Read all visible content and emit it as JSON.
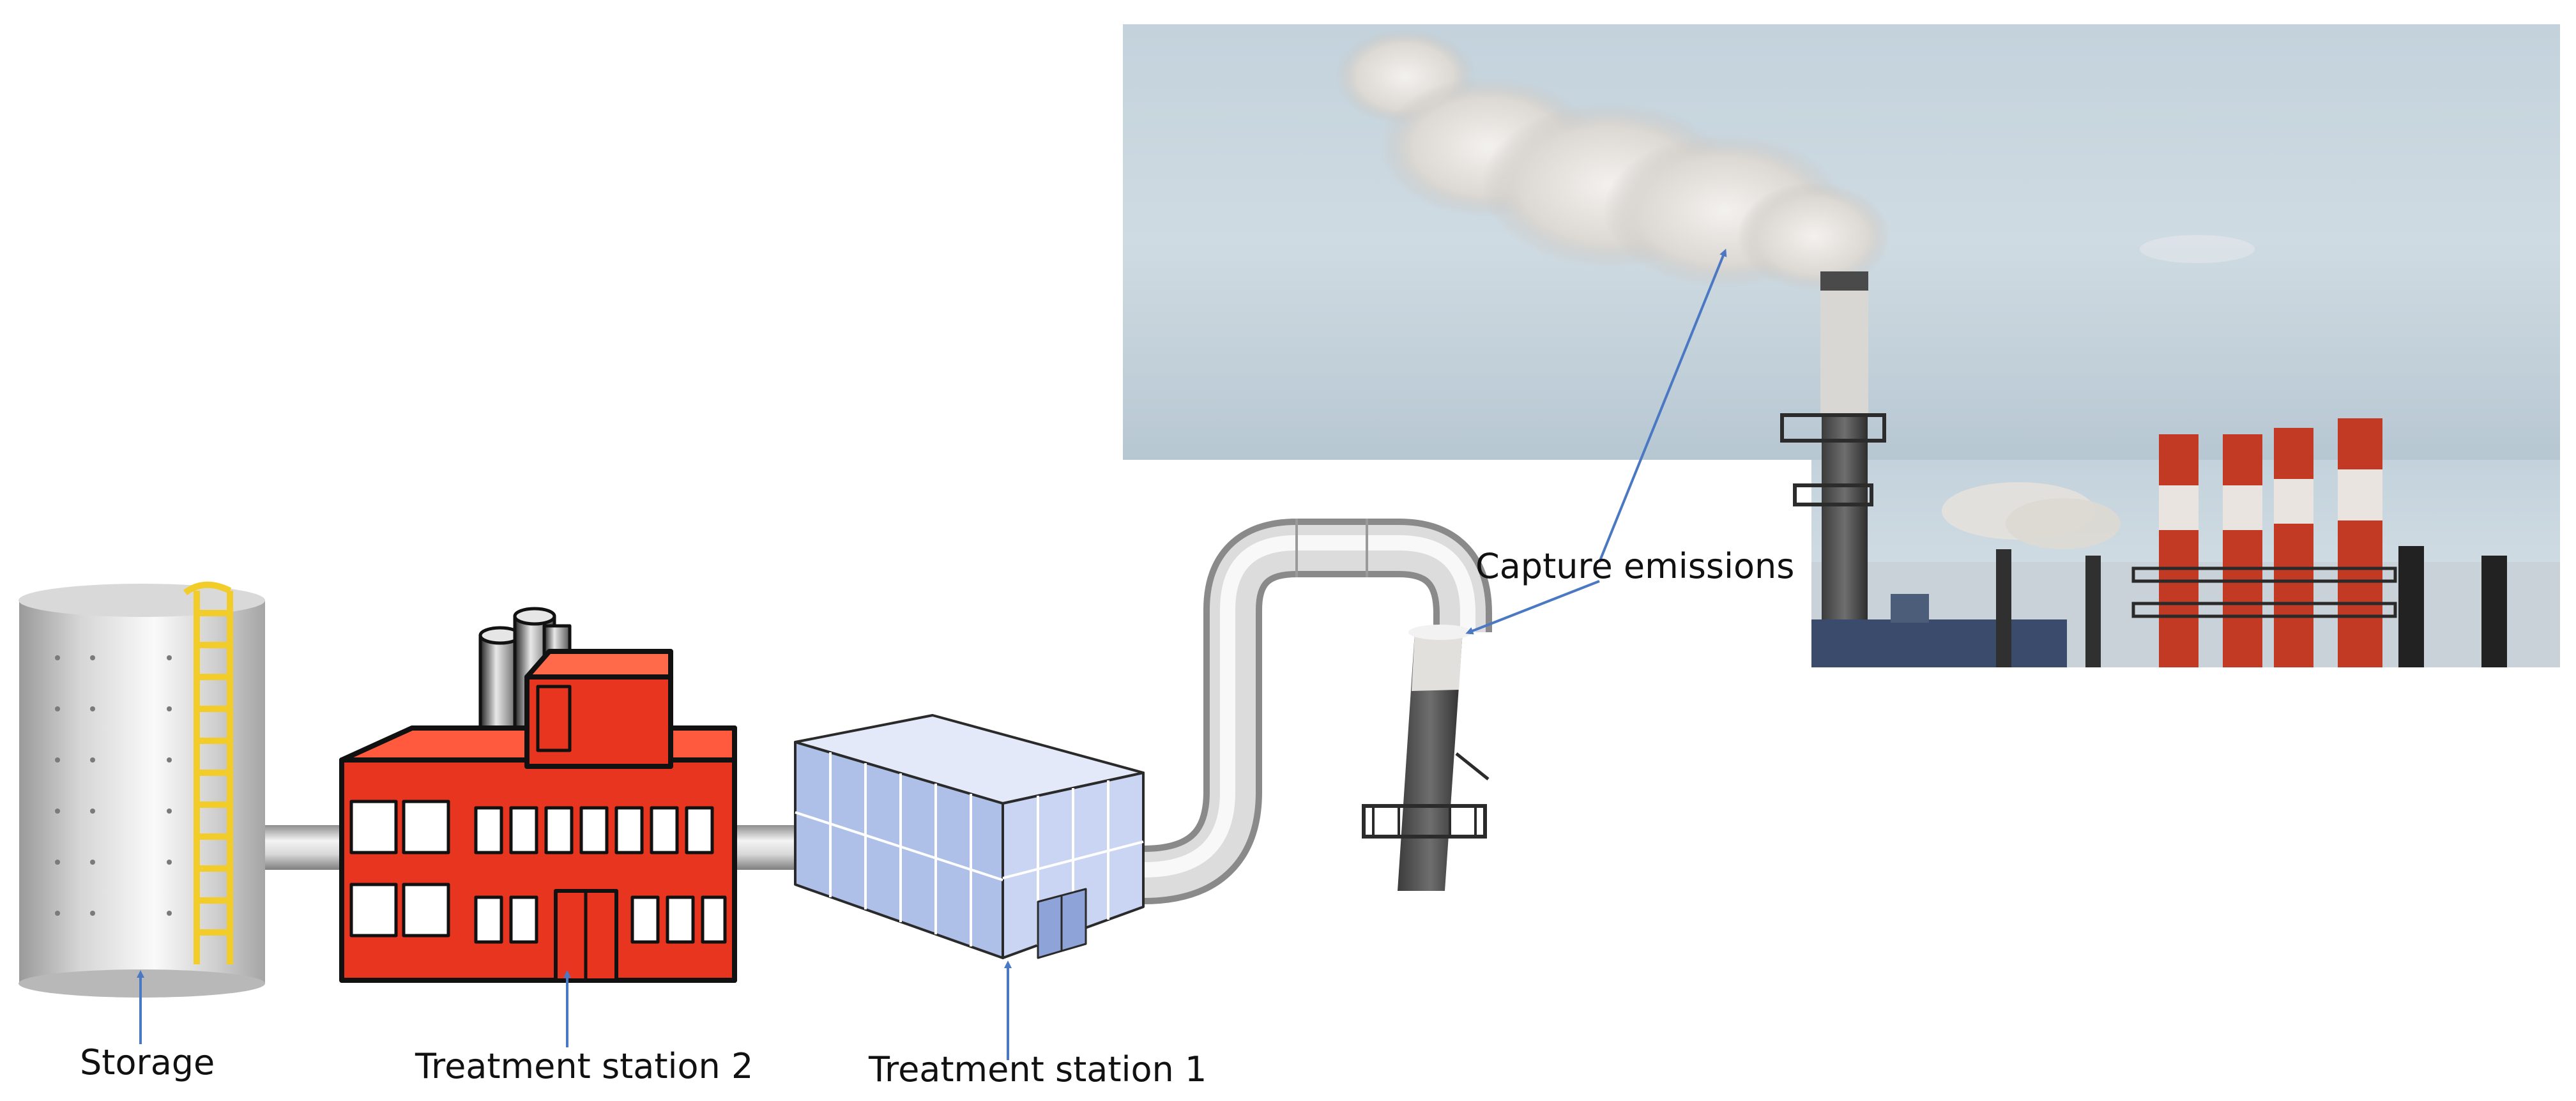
{
  "labels": {
    "storage": "Storage",
    "treatment_station_2": "Treatment station 2",
    "treatment_station_1": "Treatment station 1",
    "capture_emissions": "Capture emissions"
  },
  "icons": {
    "storage": "storage-tank-icon",
    "treatment_station_2": "red-factory-building-icon",
    "treatment_station_1": "blue-glass-building-icon",
    "pipe": "bent-pipe-icon",
    "stack": "chimney-stack-icon",
    "photo": "smokestack-emissions-photo"
  },
  "colors": {
    "factory_red": "#e8351f",
    "glass_blue": "#b4c4ea",
    "arrow_blue": "#4a78c2",
    "ladder_yellow": "#f2cd2a",
    "sky": "#c4d4de"
  }
}
